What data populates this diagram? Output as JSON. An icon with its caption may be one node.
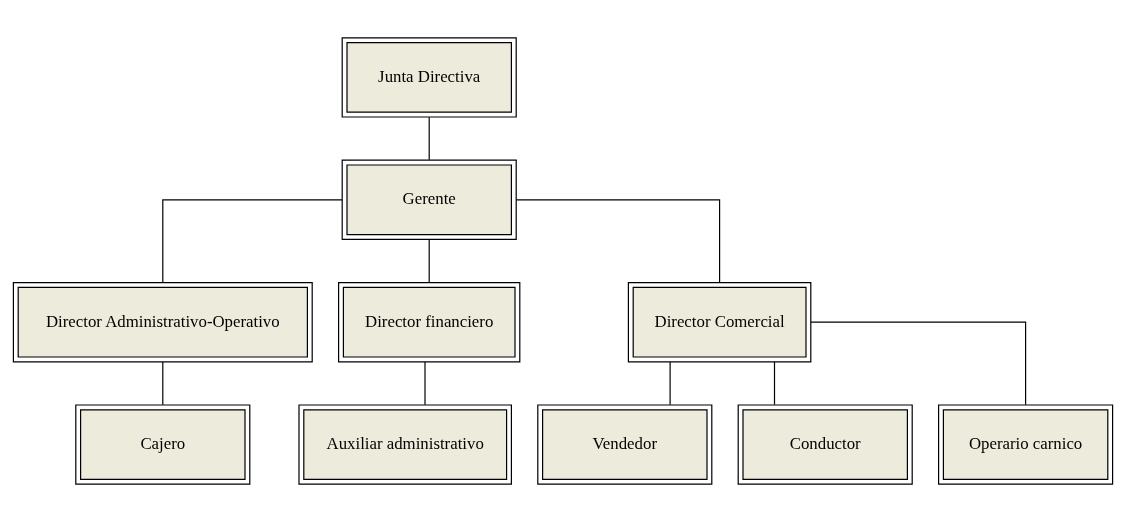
{
  "diagram": {
    "nodes": [
      {
        "text": [
          "Junta Directiva"
        ]
      },
      {
        "text": [
          "Gerente"
        ]
      },
      {
        "text": [
          "Director Administrativo-Operativo"
        ]
      },
      {
        "text": [
          "Director financiero"
        ]
      },
      {
        "text": [
          "Director Comercial"
        ]
      },
      {
        "text": [
          "Cajero"
        ]
      },
      {
        "text": [
          "Auxiliar administrativo"
        ]
      },
      {
        "text": [
          "Vendedor"
        ]
      },
      {
        "text": [
          "Conductor"
        ]
      },
      {
        "text": [
          "Operario carnico"
        ]
      }
    ],
    "edges": [
      {
        "from": 0,
        "to": 1,
        "arrow": "none"
      },
      {
        "from": 1,
        "to": 2,
        "arrow": "none"
      },
      {
        "from": 1,
        "to": 3,
        "arrow": "none"
      },
      {
        "from": 1,
        "to": 4,
        "arrow": "none"
      },
      {
        "from": 2,
        "to": 5,
        "arrow": "none"
      },
      {
        "from": 3,
        "to": 6,
        "arrow": "none"
      },
      {
        "from": 4,
        "to": 7,
        "arrow": "none"
      },
      {
        "from": 4,
        "to": 8,
        "arrow": "none"
      },
      {
        "from": 4,
        "to": 9,
        "arrow": "none"
      }
    ]
  }
}
